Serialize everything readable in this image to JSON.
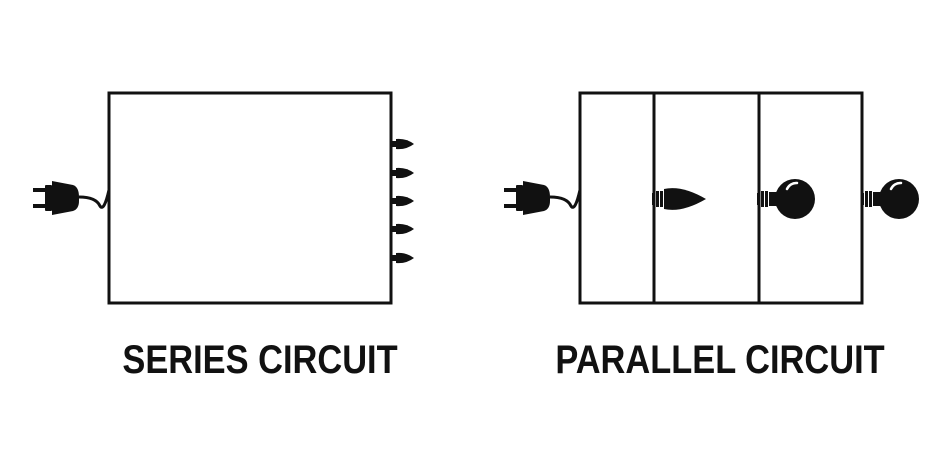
{
  "diagrams": [
    {
      "id": "series",
      "caption": "SERIES CIRCUIT",
      "bulb_count": 5,
      "bulb_style": "small-flame"
    },
    {
      "id": "parallel",
      "caption": "PARALLEL CIRCUIT",
      "branch_count": 3,
      "bulbs": [
        "flame-bulb",
        "round-bulb",
        "round-bulb"
      ]
    }
  ],
  "colors": {
    "line": "#111111",
    "background": "#ffffff"
  },
  "icons": [
    "plug-icon",
    "flame-bulb-icon",
    "round-bulb-icon",
    "cord-icon"
  ]
}
